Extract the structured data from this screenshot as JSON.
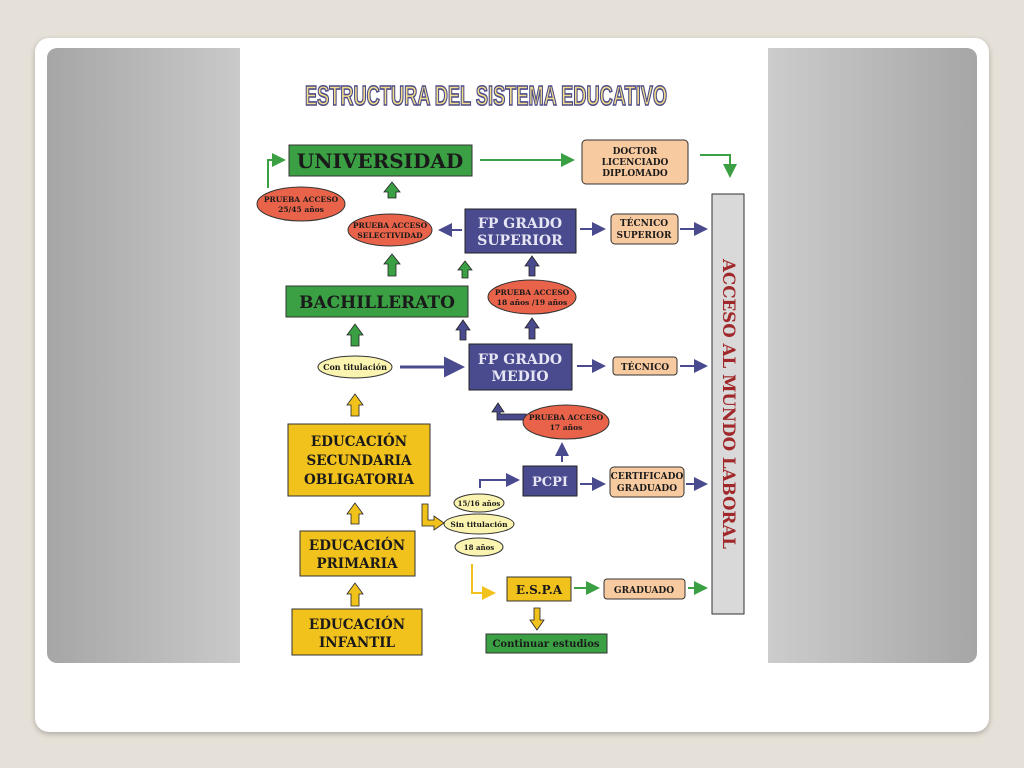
{
  "title": "ESTRUCTURA DEL SISTEMA EDUCATIVO",
  "nodes": {
    "universidad": "UNIVERSIDAD",
    "doctor": [
      "DOCTOR",
      "LICENCIADO",
      "DIPLOMADO"
    ],
    "prueba_25": [
      "PRUEBA ACCESO",
      "25/45 años"
    ],
    "prueba_sel": [
      "PRUEBA ACCESO",
      "SELECTIVIDAD"
    ],
    "fp_superior": [
      "FP GRADO",
      "SUPERIOR"
    ],
    "tecnico_superior": [
      "TÉCNICO",
      "SUPERIOR"
    ],
    "bachillerato": "BACHILLERATO",
    "prueba_18": [
      "PRUEBA ACCESO",
      "18 años /19 años"
    ],
    "con_titulacion": "Con titulación",
    "fp_medio": [
      "FP GRADO",
      "MEDIO"
    ],
    "tecnico": "TÉCNICO",
    "prueba_17": [
      "PRUEBA ACCESO",
      "17 años"
    ],
    "eso": [
      "EDUCACIÓN",
      "SECUNDARIA",
      "OBLIGATORIA"
    ],
    "pcpi": "PCPI",
    "certificado": [
      "CERTIFICADO",
      "GRADUADO"
    ],
    "e1516": "15/16 años",
    "sin_titulacion": "Sin titulación",
    "e18": "18 años",
    "primaria": [
      "EDUCACIÓN",
      "PRIMARIA"
    ],
    "espa": "E.S.P.A",
    "graduado": "GRADUADO",
    "infantil": [
      "EDUCACIÓN",
      "INFANTIL"
    ],
    "continuar": "Continuar estudios",
    "acceso_laboral": "ACCESO AL MUNDO LABORAL"
  },
  "colors": {
    "green": "#3aa043",
    "blue": "#4a4a8e",
    "yellow": "#f2c21c",
    "orange": "#f8caa0",
    "red": "#e8634a",
    "pale_yellow": "#fbf4b0",
    "gray": "#d9d9d9",
    "title_fill": "#f2dd8a",
    "title_stroke": "#4b4b8b",
    "dark_red": "#a0282a"
  }
}
